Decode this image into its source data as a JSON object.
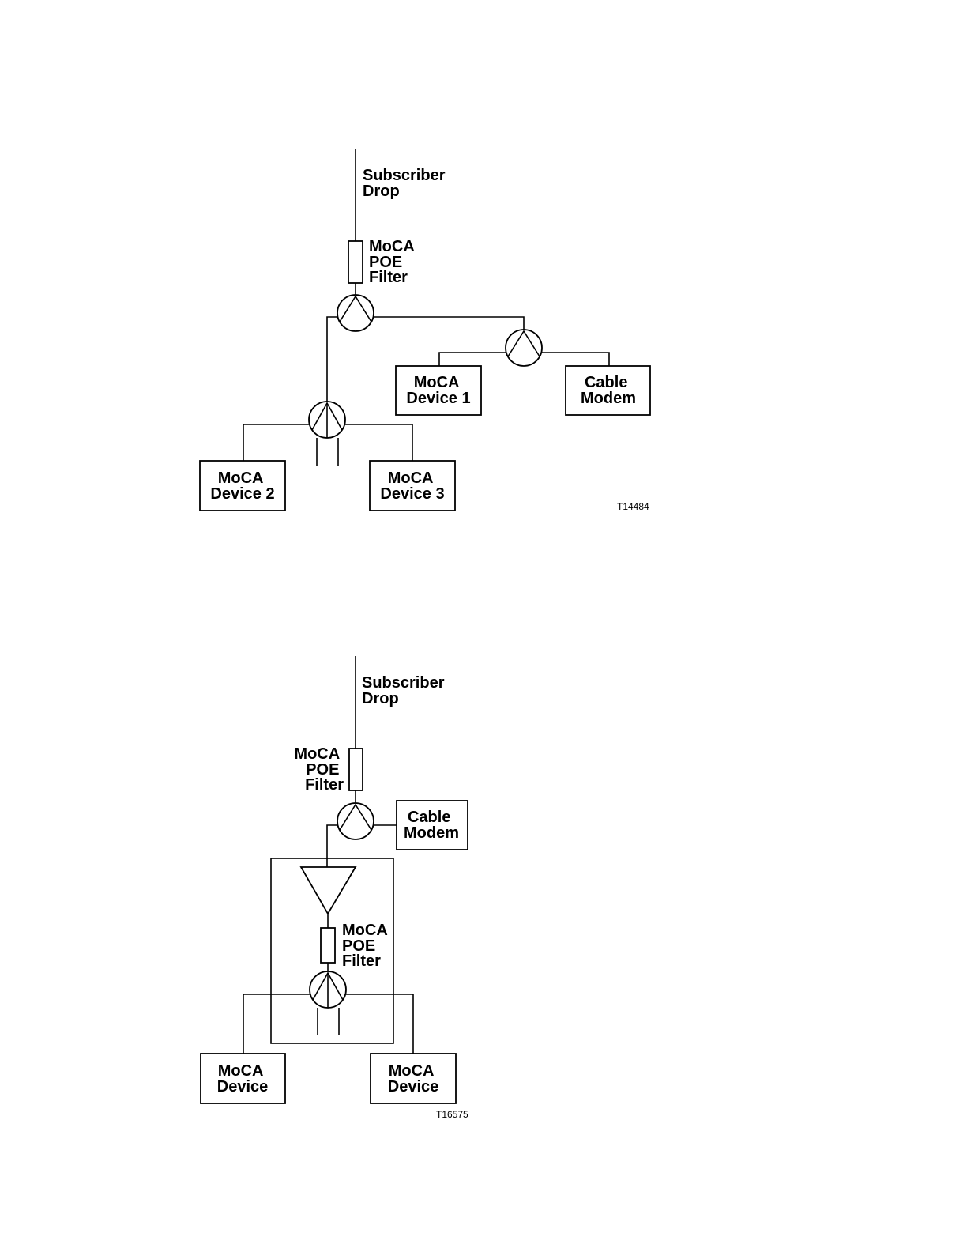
{
  "diagram1": {
    "subscriber_drop": [
      "Subscriber",
      "Drop"
    ],
    "poe_filter": [
      "MoCA",
      "POE",
      "Filter"
    ],
    "moca_device_1": [
      "MoCA",
      "Device 1"
    ],
    "cable_modem": [
      "Cable",
      "Modem"
    ],
    "moca_device_2": [
      "MoCA",
      "Device 2"
    ],
    "moca_device_3": [
      "MoCA",
      "Device 3"
    ],
    "figure_id": "T14484"
  },
  "diagram2": {
    "subscriber_drop": [
      "Subscriber",
      "Drop"
    ],
    "poe_filter_top": [
      "MoCA",
      "POE",
      "Filter"
    ],
    "cable_modem": [
      "Cable",
      "Modem"
    ],
    "poe_filter_inner": [
      "MoCA",
      "POE",
      "Filter"
    ],
    "moca_device_left": [
      "MoCA",
      "Device"
    ],
    "moca_device_right": [
      "MoCA",
      "Device"
    ],
    "figure_id": "T16575"
  }
}
